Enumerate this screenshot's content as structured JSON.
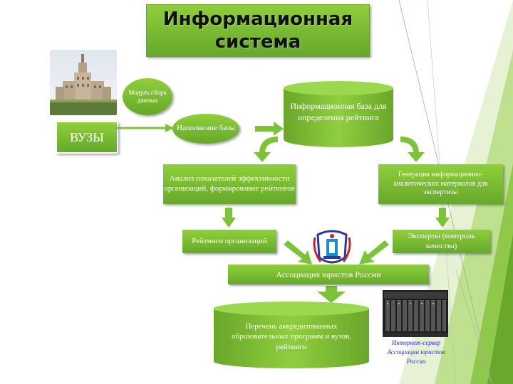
{
  "title": "Информационная система",
  "vuzy": "ВУЗЫ",
  "module_bubble": "Модуль сбора данных",
  "fill_pill": "Наполнение базы",
  "database": "Информационная база для определения рейтинга",
  "analysis": "Анализ показателей эффективности организаций, формирование рейтингов",
  "generation": "Генерация информационно-аналитических материалов для экспертизы",
  "ratings": "Рейтинги организаций",
  "experts": "Эксперты (контроль качества)",
  "association": "Ассоциация юристов России",
  "list_db": "Перечень аккредитованных образовательных программ и вузов, рейтинги",
  "server_caption": "Интернет-сервер Ассоциации юристов России",
  "colors": {
    "green": "#7bbf32",
    "dark_green": "#5d9e24",
    "arrow": "#7cc23a",
    "caption": "#2c2cff"
  },
  "icons": [
    "university-building-image",
    "association-emblem-icon",
    "server-rack-image"
  ]
}
